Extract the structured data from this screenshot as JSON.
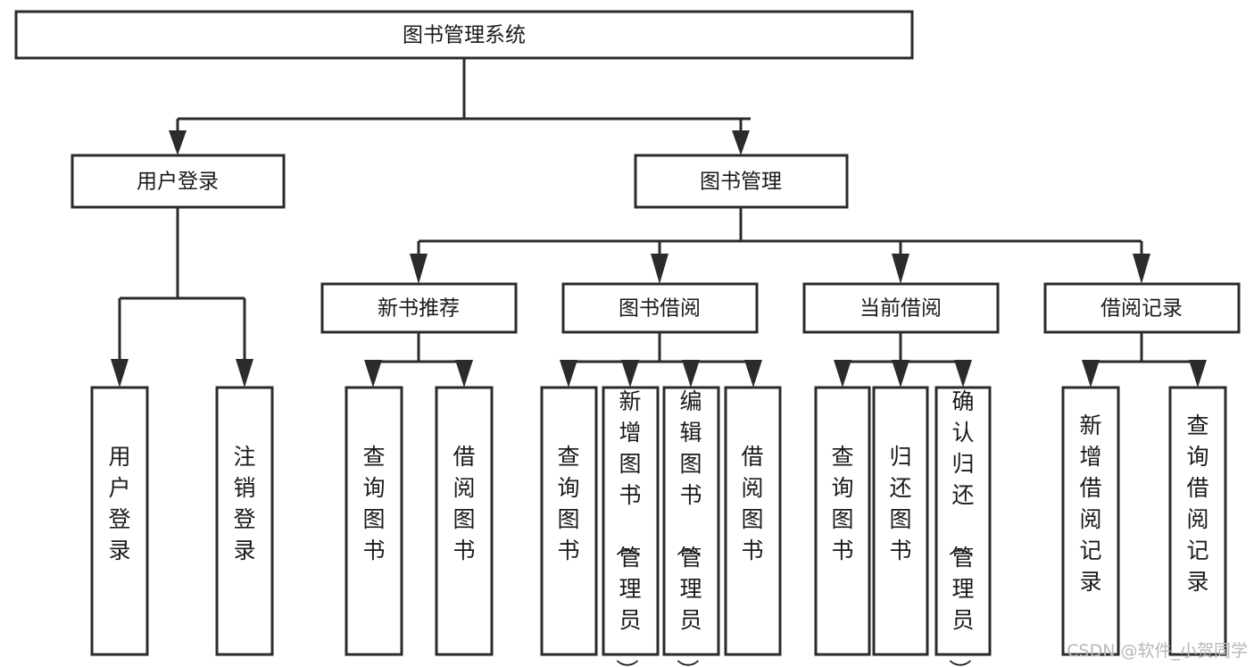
{
  "diagram": {
    "type": "tree-hierarchy",
    "title": "图书管理系统",
    "root": {
      "id": "root",
      "label": "图书管理系统",
      "orientation": "horizontal"
    },
    "level2": [
      {
        "id": "user-login",
        "label": "用户登录",
        "orientation": "horizontal"
      },
      {
        "id": "book-manage",
        "label": "图书管理",
        "orientation": "horizontal"
      }
    ],
    "level3": [
      {
        "id": "new-book-rec",
        "label": "新书推荐",
        "orientation": "horizontal",
        "parent": "book-manage"
      },
      {
        "id": "book-borrow",
        "label": "图书借阅",
        "orientation": "horizontal",
        "parent": "book-manage"
      },
      {
        "id": "current-borrow",
        "label": "当前借阅",
        "orientation": "horizontal",
        "parent": "book-manage"
      },
      {
        "id": "borrow-record",
        "label": "借阅记录",
        "orientation": "horizontal",
        "parent": "book-manage"
      }
    ],
    "leaves": [
      {
        "id": "leaf-user-login",
        "label": "用户登录",
        "orientation": "vertical",
        "parent": "user-login"
      },
      {
        "id": "leaf-logout-login",
        "label": "注销登录",
        "orientation": "vertical",
        "parent": "user-login"
      },
      {
        "id": "leaf-query-book-1",
        "label": "查询图书",
        "orientation": "vertical",
        "parent": "new-book-rec"
      },
      {
        "id": "leaf-borrow-book-1",
        "label": "借阅图书",
        "orientation": "vertical",
        "parent": "new-book-rec"
      },
      {
        "id": "leaf-query-book-2",
        "label": "查询图书",
        "orientation": "vertical",
        "parent": "book-borrow"
      },
      {
        "id": "leaf-add-book",
        "label": "新增图书（管理员）",
        "orientation": "vertical",
        "parent": "book-borrow"
      },
      {
        "id": "leaf-edit-book",
        "label": "编辑图书（管理员）",
        "orientation": "vertical",
        "parent": "book-borrow"
      },
      {
        "id": "leaf-borrow-book-2",
        "label": "借阅图书",
        "orientation": "vertical",
        "parent": "book-borrow"
      },
      {
        "id": "leaf-query-book-3",
        "label": "查询图书",
        "orientation": "vertical",
        "parent": "current-borrow"
      },
      {
        "id": "leaf-return-book",
        "label": "归还图书",
        "orientation": "vertical",
        "parent": "current-borrow"
      },
      {
        "id": "leaf-confirm-return",
        "label": "确认归还（管理员）",
        "orientation": "vertical",
        "parent": "current-borrow"
      },
      {
        "id": "leaf-add-record",
        "label": "新增借阅记录",
        "orientation": "vertical",
        "parent": "borrow-record"
      },
      {
        "id": "leaf-query-record",
        "label": "查询借阅记录",
        "orientation": "vertical",
        "parent": "borrow-record"
      }
    ]
  },
  "watermark": {
    "text": "CSDN @软件_小贺同学"
  },
  "colors": {
    "stroke": "#2b2b2b",
    "fill": "#ffffff",
    "text": "#1a1a1a",
    "watermark": "#b8b8b8",
    "background": "#ffffff"
  }
}
